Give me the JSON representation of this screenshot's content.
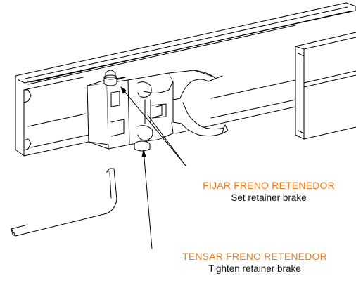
{
  "colors": {
    "label_orange": "#ee7d1a",
    "line": "#000000",
    "background": "#ffffff"
  },
  "labels": {
    "fijar": {
      "es": "FIJAR FRENO RETENEDOR",
      "en": "Set retainer brake"
    },
    "tensar": {
      "es": "TENSAR FRENO RETENEDOR",
      "en": "Tighten retainer brake"
    }
  }
}
